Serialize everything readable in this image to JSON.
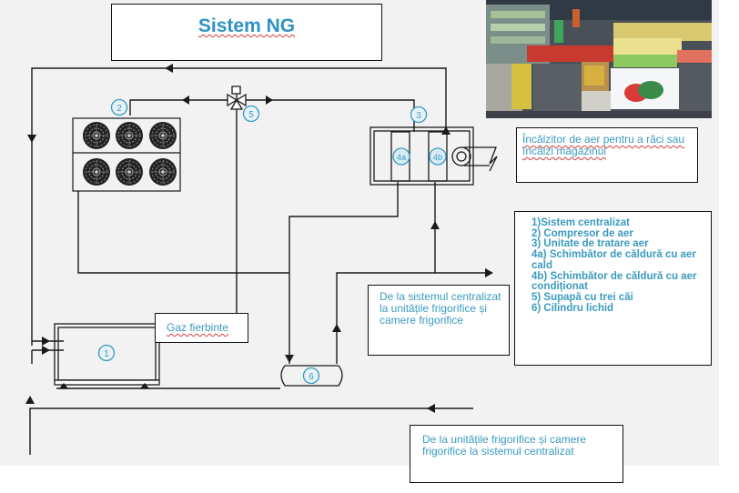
{
  "title": "Sistem NG",
  "photo": {
    "subject": "supermarket produce section with fruit display and watermelon sign"
  },
  "callouts": {
    "heater": "Încălzitor de aer pentru a răci sau încălzi magazinul",
    "hot_gas": "Gaz fierbinte",
    "supply": "De la sistemul centralizat la unitățile frigorifice și camere frigorifice",
    "return": "De la unitățile frigorifice și camere frigorifice la sistemul centralizat"
  },
  "legend": [
    "1)Sistem centralizat",
    "2) Compresor de aer",
    "3) Unitate de tratare aer",
    "4a)  Schimbător de căldură cu aer cald",
    "4b)  Schimbător de căldură cu aer condiționat",
    "5)  Supapă cu trei căi",
    "6)  Cilindru lichid"
  ],
  "components": {
    "c1": "1",
    "c2": "2",
    "c3": "3",
    "c4a": "4a",
    "c4b": "4b",
    "c5": "5",
    "c6": "6"
  },
  "colors": {
    "accent": "#3a9bbf",
    "title": "#2f93c4",
    "line": "#1a1a1a",
    "background": "#f2f2f2"
  }
}
